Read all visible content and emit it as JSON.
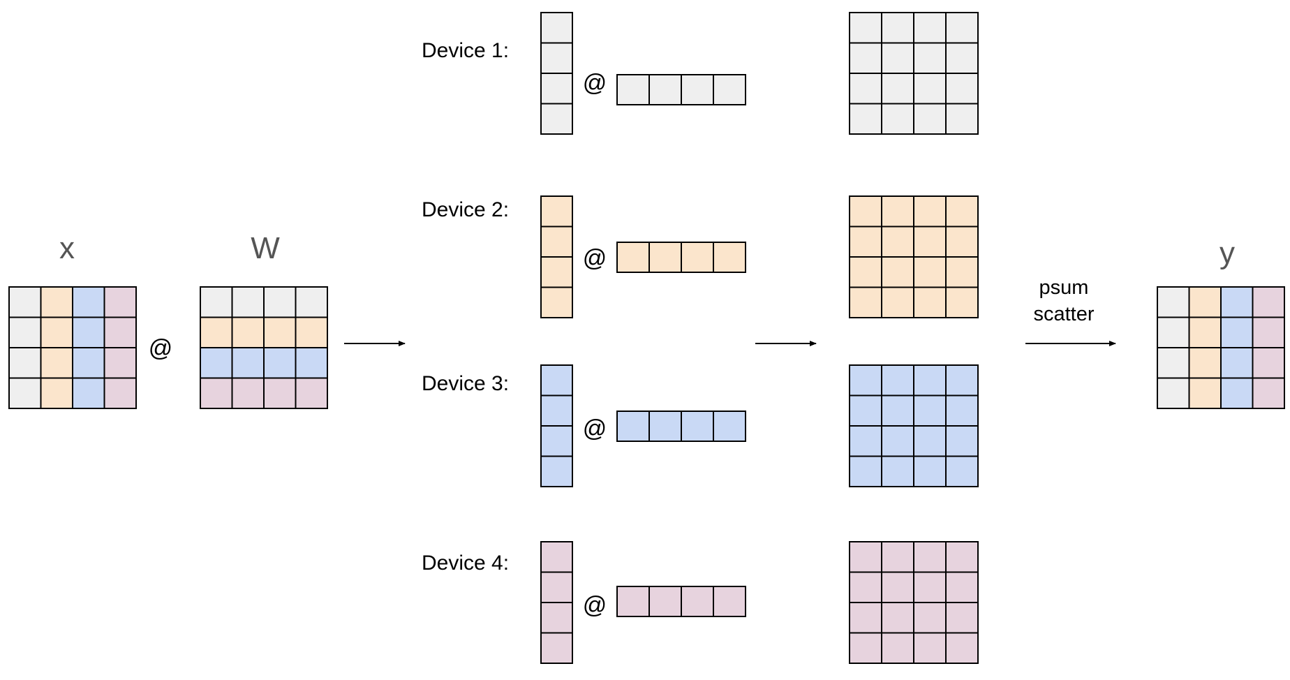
{
  "colors": {
    "gray": "#efefef",
    "orange": "#fbe5cc",
    "blue": "#c9d9f5",
    "pink": "#e7d3de",
    "stroke": "#000000"
  },
  "x": {
    "label": "x",
    "column_colors": [
      "gray",
      "orange",
      "blue",
      "pink"
    ]
  },
  "W": {
    "label": "W",
    "row_colors": [
      "gray",
      "orange",
      "blue",
      "pink"
    ]
  },
  "at_symbol": "@",
  "devices": [
    {
      "label": "Device 1:",
      "color": "gray"
    },
    {
      "label": "Device 2:",
      "color": "orange"
    },
    {
      "label": "Device 3:",
      "color": "blue"
    },
    {
      "label": "Device 4:",
      "color": "pink"
    }
  ],
  "operation": {
    "line1": "psum",
    "line2": "scatter"
  },
  "y": {
    "label": "y",
    "column_colors": [
      "gray",
      "orange",
      "blue",
      "pink"
    ]
  }
}
